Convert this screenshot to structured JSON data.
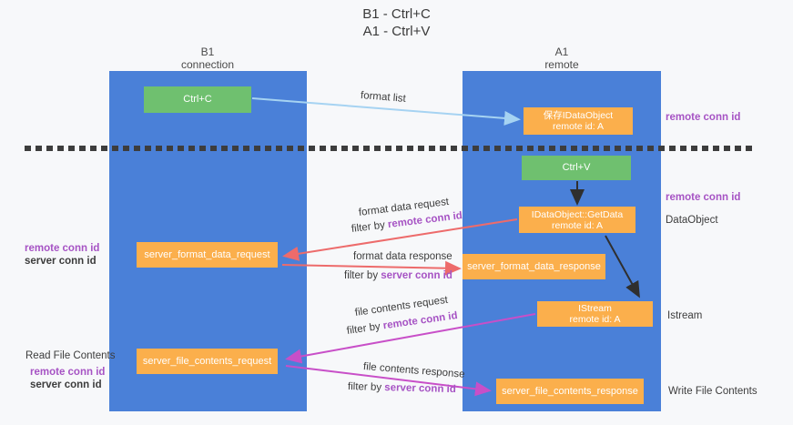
{
  "title": {
    "line1": "B1 - Ctrl+C",
    "line2": "A1 - Ctrl+V"
  },
  "columns": {
    "left": {
      "header_line1": "B1",
      "header_line2": "connection"
    },
    "right": {
      "header_line1": "A1",
      "header_line2": "remote"
    }
  },
  "nodes": {
    "ctrl_c": "Ctrl+C",
    "ctrl_v": "Ctrl+V",
    "save_idataobject": {
      "line1": "保存IDataObject",
      "line2": "remote id: A"
    },
    "getdata": {
      "line1": "IDataObject::GetData",
      "line2": "remote id: A"
    },
    "istream": {
      "line1": "IStream",
      "line2": "remote id: A"
    },
    "server_format_data_request": "server_format_data_request",
    "server_format_data_response": "server_format_data_response",
    "server_file_contents_request": "server_file_contents_request",
    "server_file_contents_response": "server_file_contents_response"
  },
  "arrow_labels": {
    "format_list": "format list",
    "format_data_request": "format data request",
    "format_data_response": "format data response",
    "file_contents_request": "file contents request",
    "file_contents_response": "file contents response",
    "filter_by": "filter by ",
    "remote_conn_id": "remote conn id",
    "server_conn_id": "server conn id"
  },
  "side_labels": {
    "remote_conn_id_top_right": "remote conn id",
    "remote_conn_id_mid_right": "remote conn id",
    "dataobject": "DataObject",
    "istream": "Istream",
    "write_file_contents": "Write File Contents",
    "read_file_contents": "Read File Contents",
    "remote_conn_id_left_1": "remote conn id",
    "server_conn_id_left_1": "server conn id",
    "remote_conn_id_left_2": "remote conn id",
    "server_conn_id_left_2": "server conn id"
  },
  "colors": {
    "background": "#f7f8fa",
    "column_blue": "#4a80d8",
    "box_orange": "#fbaf4c",
    "box_green": "#6fc06f",
    "arrow_lightblue": "#a6d3f2",
    "arrow_red": "#ed6b6b",
    "arrow_magenta": "#c84fc8",
    "arrow_black": "#2f2f2f",
    "text_purple": "#a653c4",
    "text_green": "#6abf6a",
    "text_dark": "#3c3c3c"
  }
}
